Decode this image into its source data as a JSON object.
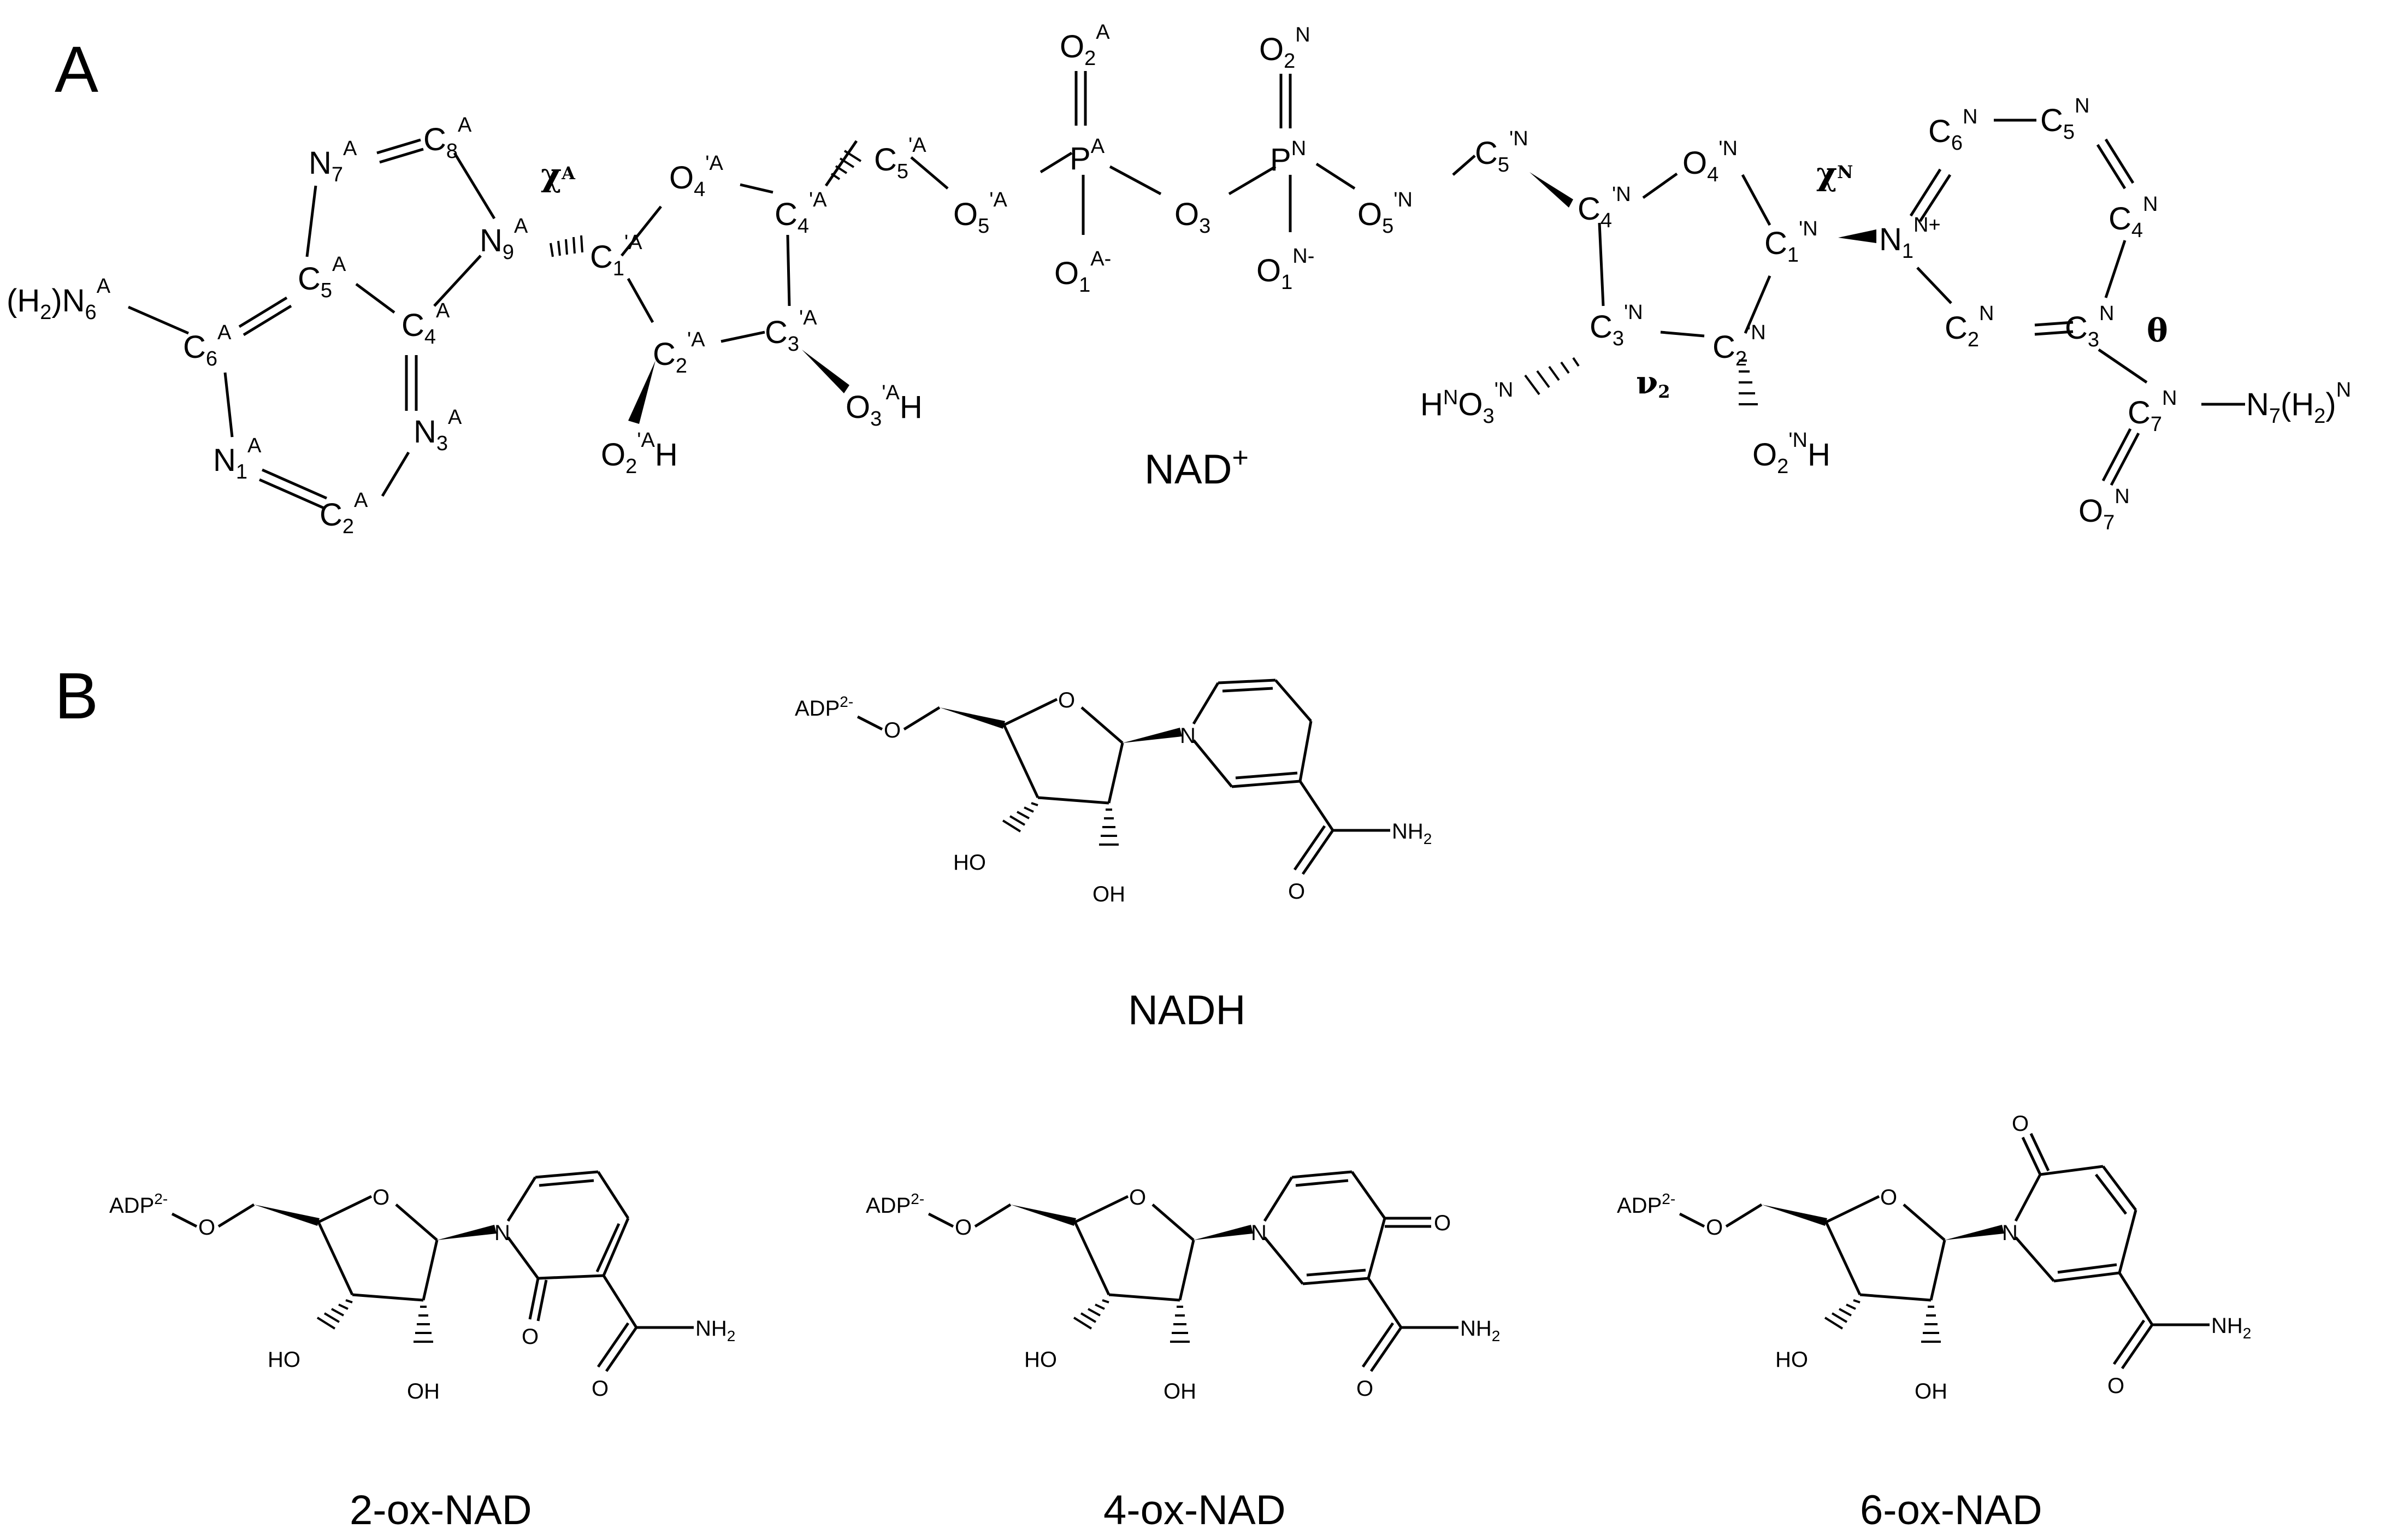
{
  "panels": {
    "a": "A",
    "b": "B"
  },
  "captions": {
    "nad_plus": "NAD",
    "nad_plus_charge": "+",
    "nadh": "NADH",
    "ox2": "2-ox-NAD",
    "ox4": "4-ox-NAD",
    "ox6": "6-ox-NAD"
  },
  "greek": {
    "chi_a": "χ",
    "chi_a_sup": "A",
    "chi_n": "χ",
    "chi_n_sup": "N",
    "nu2": "ν",
    "nu2_sub": "2",
    "theta": "θ"
  },
  "small_labels": {
    "adp": "ADP",
    "adp_charge": "2-",
    "o": "O",
    "n": "N",
    "ho": "HO",
    "oh": "OH",
    "nh": "NH",
    "nh_sub": "2"
  },
  "adenine": {
    "n6": [
      "(H",
      "2",
      ")N",
      "6",
      "A"
    ],
    "c6": [
      "C",
      "6",
      "A"
    ],
    "n1": [
      "N",
      "1",
      "A"
    ],
    "c2": [
      "C",
      "2",
      "A"
    ],
    "n3": [
      "N",
      "3",
      "A"
    ],
    "c4": [
      "C",
      "4",
      "A"
    ],
    "c5": [
      "C",
      "5",
      "A"
    ],
    "n7": [
      "N",
      "7",
      "A"
    ],
    "c8": [
      "C",
      "8",
      "A"
    ],
    "n9": [
      "N",
      "9",
      "A"
    ]
  },
  "ribose_a": {
    "c1": [
      "C",
      "1",
      "'A"
    ],
    "o4": [
      "O",
      "4",
      "'A"
    ],
    "c4": [
      "C",
      "4",
      "'A"
    ],
    "c3": [
      "C",
      "3",
      "'A"
    ],
    "c2": [
      "C",
      "2",
      "'A"
    ],
    "o2": [
      "O",
      "2",
      "'A",
      "H"
    ],
    "o3": [
      "O",
      "3",
      "'A",
      "H"
    ],
    "c5": [
      "C",
      "5",
      "'A"
    ],
    "o5": [
      "O",
      "5",
      "'A"
    ]
  },
  "phosphates": {
    "pa": [
      "P",
      "A"
    ],
    "o2a": [
      "O",
      "2",
      "A"
    ],
    "o1a": [
      "O",
      "1",
      "A-"
    ],
    "o3": [
      "O",
      "3"
    ],
    "pn": [
      "P",
      "N"
    ],
    "o2n": [
      "O",
      "2",
      "N"
    ],
    "o1n": [
      "O",
      "1",
      "N-"
    ]
  },
  "ribose_n": {
    "o5": [
      "O",
      "5",
      "'N"
    ],
    "c5": [
      "C",
      "5",
      "'N"
    ],
    "c4": [
      "C",
      "4",
      "'N"
    ],
    "o4": [
      "O",
      "4",
      "'N"
    ],
    "c1": [
      "C",
      "1",
      "'N"
    ],
    "c2": [
      "C",
      "2",
      "'N"
    ],
    "c3": [
      "C",
      "3",
      "'N"
    ],
    "o3": [
      "H",
      "N",
      "O",
      "3",
      "'N"
    ],
    "o2": [
      "O",
      "2",
      "'N",
      "H"
    ]
  },
  "nicotinamide": {
    "n1": [
      "N",
      "1",
      "N+"
    ],
    "c6": [
      "C",
      "6",
      "N"
    ],
    "c5": [
      "C",
      "5",
      "N"
    ],
    "c4": [
      "C",
      "4",
      "N"
    ],
    "c3": [
      "C",
      "3",
      "N"
    ],
    "c2": [
      "C",
      "2",
      "N"
    ],
    "c7": [
      "C",
      "7",
      "N"
    ],
    "n7": [
      "N",
      "7",
      "(H",
      "2",
      ")",
      "N"
    ],
    "o7": [
      "O",
      "7",
      "N"
    ]
  }
}
